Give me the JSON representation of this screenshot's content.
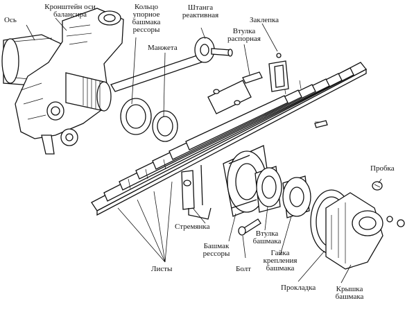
{
  "labels": {
    "axle": "Ось",
    "balancer_bracket": "Кронштейн оси балансира",
    "shoe_thrust_ring": "Кольцо упорное башмака рессоры",
    "cuff": "Манжета",
    "reaction_rod": "Штанга реактивная",
    "spacer_bushing": "Втулка распорная",
    "rivet": "Заклепка",
    "plug": "Пробка",
    "u_bolt": "Стремянка",
    "spring_shoe": "Башмак рессоры",
    "shoe_bushing": "Втулка башмака",
    "shoe_nut": "Гайка крепления башмака",
    "bolt": "Болт",
    "gasket": "Прокладка",
    "shoe_cover": "Крышка башмака",
    "leaves": "Листы"
  }
}
